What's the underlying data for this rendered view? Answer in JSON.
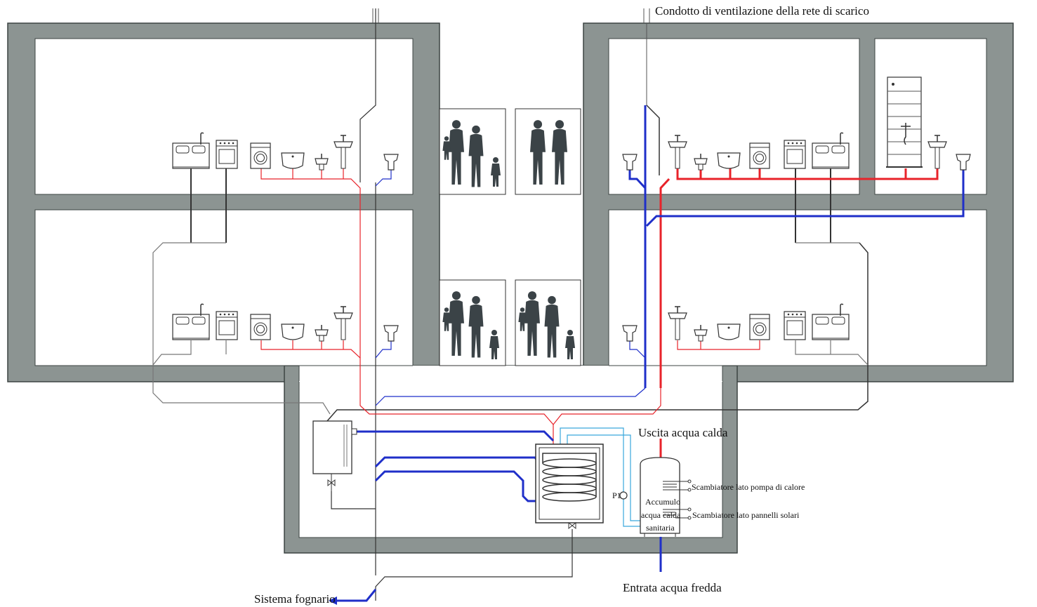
{
  "labels": {
    "vent_duct": "Condotto di ventilazione della rete di scarico",
    "hot_out": "Uscita acqua calda",
    "cold_in": "Entrata acqua fredda",
    "sewer": "Sistema fognario",
    "pump": "P1",
    "tank_line1": "Accumulo",
    "tank_line2": "acqua calda",
    "tank_line3": "sanitaria",
    "hx_heatpump": "Scambiatore lato pompa di calore",
    "hx_solar": "Scambiatore lato pannelli solari"
  },
  "colors": {
    "wall": "#8c9492",
    "wall_stroke": "#3d4443",
    "hot": "#e8232a",
    "cold": "#1f2fc9",
    "solar": "#39a6dc",
    "drain": "#333333",
    "figure": "#3b4347"
  }
}
